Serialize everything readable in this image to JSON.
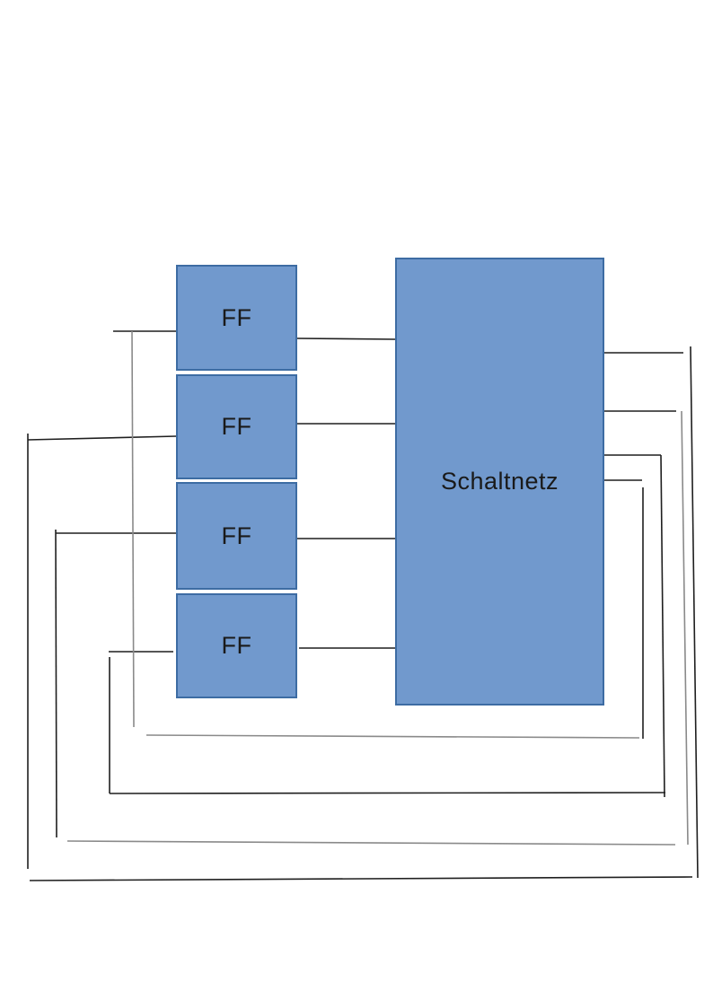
{
  "diagram": {
    "title_implicit": "",
    "boxes": [
      {
        "id": "ff1",
        "label": "FF"
      },
      {
        "id": "ff2",
        "label": "FF"
      },
      {
        "id": "ff3",
        "label": "FF"
      },
      {
        "id": "ff4",
        "label": "FF"
      },
      {
        "id": "schaltnetz",
        "label": "Schaltnetz"
      }
    ],
    "colors": {
      "box_fill": "#7199CD",
      "box_border": "#3D6CA3",
      "wire_black": "#1f1f1f",
      "wire_gray": "#8a8a8a",
      "text": "#1a1a1a",
      "page_bg": "#ffffff"
    }
  }
}
